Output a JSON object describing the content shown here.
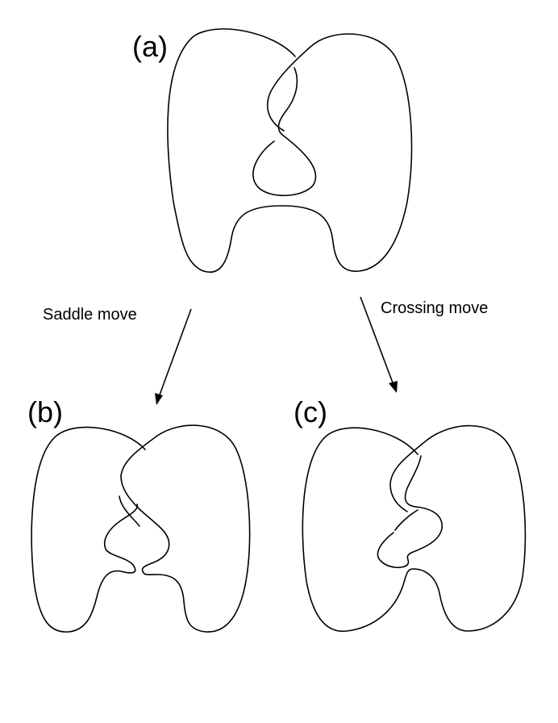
{
  "panels": {
    "a": {
      "label": "(a)"
    },
    "b": {
      "label": "(b)"
    },
    "c": {
      "label": "(c)"
    }
  },
  "moves": {
    "saddle": {
      "label": "Saddle move"
    },
    "crossing": {
      "label": "Crossing move"
    }
  },
  "colors": {
    "stroke": "#000000",
    "background": "#ffffff"
  }
}
